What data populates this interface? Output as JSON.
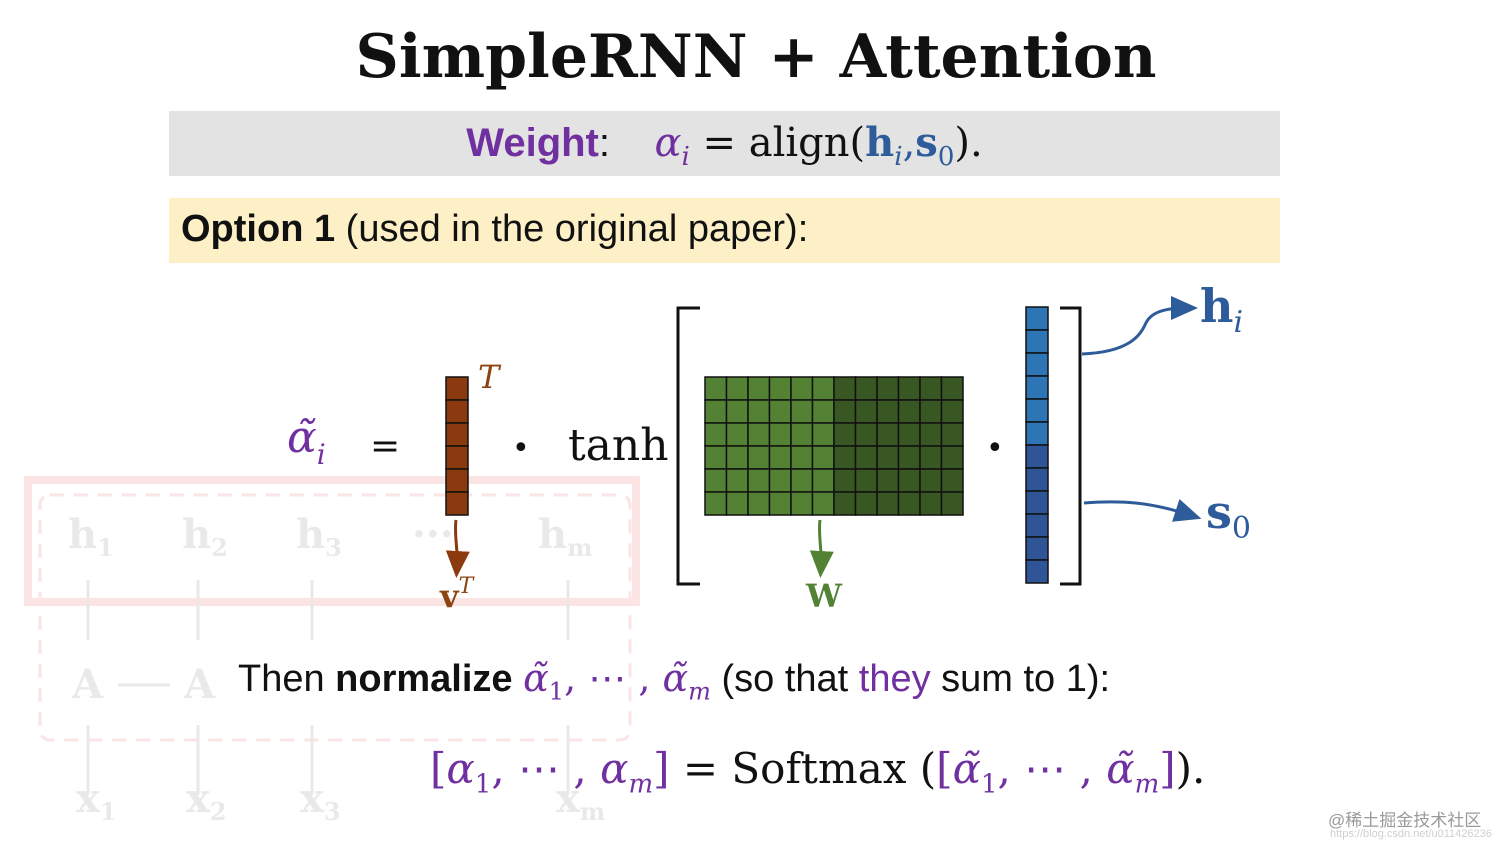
{
  "title": "SimpleRNN + Attention",
  "weight": {
    "label": "Weight",
    "colon": ":",
    "alpha": "α",
    "sub_i": "i",
    "eq": " = align(",
    "h": "h",
    "comma": ",",
    "s": "s",
    "sub0": "0",
    "close": ")."
  },
  "option": {
    "bold": "Option 1",
    "rest": " (used in the original paper):"
  },
  "equation": {
    "alpha_tilde": "α̃",
    "sub_i": "i",
    "eq": "=",
    "T": "T",
    "dot": "•",
    "tanh": "tanh",
    "v_label": "v",
    "v_sup": "T",
    "w_label": "W",
    "h_label": "h",
    "h_sub": "i",
    "s_label": "s",
    "s_sub": "0"
  },
  "normalize": {
    "prefix": "Then ",
    "bold": "normalize",
    "a1": "α̃",
    "s1": "1",
    "mid": ", ⋯ , ",
    "am": "α̃",
    "sm": "m",
    "paren_open": " (so that ",
    "they": "they",
    "paren_close": " sum to 1):"
  },
  "softmax": {
    "lb": "[",
    "a": "α",
    "s1": "1",
    "mid": ", ⋯ , ",
    "a2": "α",
    "sm": "m",
    "rb": "]",
    "eq": " = Softmax (",
    "lb2": "[",
    "at1": "α̃",
    "s1b": "1",
    "mid2": ", ⋯ , ",
    "at2": "α̃",
    "smb": "m",
    "rb2": "]",
    "end": ")."
  },
  "background_faint": {
    "h1": "h",
    "h1s": "1",
    "h2": "h",
    "h2s": "2",
    "h3": "h",
    "h3s": "3",
    "dots": "···",
    "hm": "h",
    "hms": "m",
    "A1": "A",
    "A2": "A",
    "x1": "x",
    "x1s": "1",
    "x2": "x",
    "x2s": "2",
    "x3": "x",
    "x3s": "3",
    "xm": "x",
    "xms": "m"
  },
  "watermark": "@稀土掘金技术社区",
  "watermark_url": "https://blog.csdn.net/u011426236",
  "colors": {
    "v_vector": "#8b3a0f",
    "w_light": "#548235",
    "w_dark": "#385723",
    "h_vector": "#2e75b6",
    "s_vector": "#2f5597",
    "purple": "#7030a0",
    "blue_text": "#2e5c9a",
    "weight_bg": "#e3e3e3",
    "option_bg": "#fdf0c6"
  }
}
